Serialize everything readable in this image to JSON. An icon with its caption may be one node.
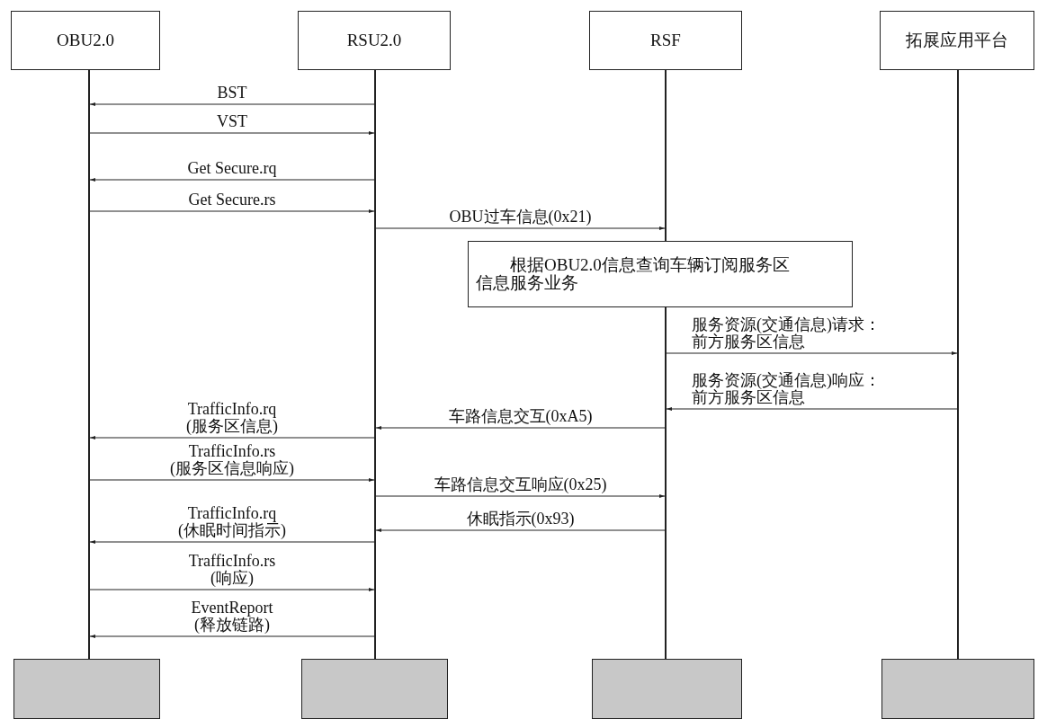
{
  "diagram": {
    "nodes": [
      {
        "text": [
          "OBU2.0"
        ]
      },
      {
        "text": [
          "RSU2.0"
        ]
      },
      {
        "text": [
          "RSF"
        ]
      },
      {
        "text": [
          "拓展应用平台"
        ]
      },
      {
        "text": [],
        "shape": "bar"
      },
      {
        "text": [],
        "shape": "bar"
      },
      {
        "text": [],
        "shape": "bar"
      },
      {
        "text": [],
        "shape": "bar"
      },
      {
        "text": [],
        "shape": "bar"
      },
      {
        "text": [
          "根据OBU2.0信息查询车辆订阅服务区信息服务业务"
        ]
      },
      {
        "text": [],
        "shape": "box"
      },
      {
        "text": [],
        "shape": "box"
      },
      {
        "text": [],
        "shape": "box"
      },
      {
        "text": [],
        "shape": "box"
      }
    ],
    "edges": [
      {
        "from": 5,
        "to": 4,
        "arrow": "to",
        "label": "BST"
      },
      {
        "from": 4,
        "to": 5,
        "arrow": "to",
        "label": "VST"
      },
      {
        "from": 5,
        "to": 4,
        "arrow": "to",
        "label": "Get Secure.rq"
      },
      {
        "from": 4,
        "to": 5,
        "arrow": "to",
        "label": "Get Secure.rs"
      },
      {
        "from": 5,
        "to": 6,
        "arrow": "to",
        "label": "OBU过车信息(0x21)"
      },
      {
        "from": 7,
        "to": 8,
        "arrow": "to",
        "label": "服务资源(交通信息)请求：前方服务区信息"
      },
      {
        "from": 8,
        "to": 7,
        "arrow": "to",
        "label": "服务资源(交通信息)响应：前方服务区信息"
      },
      {
        "from": 7,
        "to": 5,
        "arrow": "to",
        "label": "车路信息交互(0xA5)"
      },
      {
        "from": 5,
        "to": 4,
        "arrow": "to",
        "label": "TrafficInfo.rq (服务区信息)"
      },
      {
        "from": 4,
        "to": 5,
        "arrow": "to",
        "label": "TrafficInfo.rs (服务区信息响应)"
      },
      {
        "from": 5,
        "to": 7,
        "arrow": "to",
        "label": "车路信息交互响应(0x25)"
      },
      {
        "from": 7,
        "to": 5,
        "arrow": "to",
        "label": "休眠指示(0x93)"
      },
      {
        "from": 5,
        "to": 4,
        "arrow": "to",
        "label": "TrafficInfo.rq (休眠时间指示)"
      },
      {
        "from": 4,
        "to": 5,
        "arrow": "to",
        "label": "TrafficInfo.rs (响应)"
      },
      {
        "from": 5,
        "to": 4,
        "arrow": "to",
        "label": "EventReport (释放链路)"
      }
    ]
  }
}
